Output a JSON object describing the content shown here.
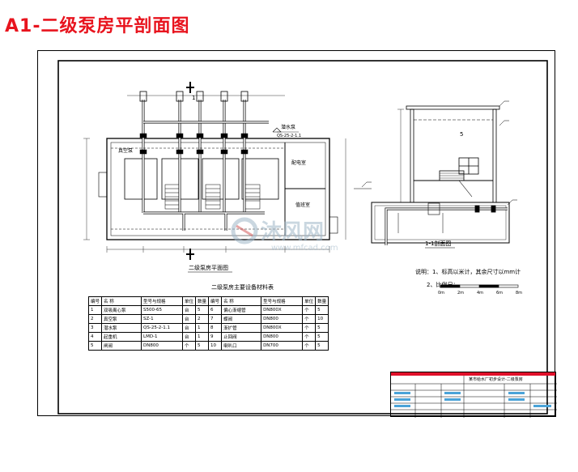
{
  "header": {
    "title": "A1-二级泵房平剖面图"
  },
  "plan": {
    "title": "二级泵房平面图",
    "section_mark": "1",
    "room_labels": {
      "vacuum": "真空泵",
      "distribution": "配电室",
      "duty": "值班室"
    },
    "pump_label": "潜水泵",
    "pump_model": "QS-25-2-1.1"
  },
  "section": {
    "title": "1-1剖面图",
    "number": "5"
  },
  "table": {
    "title": "二级泵房主要设备材料表",
    "headers": [
      "编号",
      "名  称",
      "型号与规格",
      "单位",
      "数量",
      "编号",
      "名  称",
      "型号与规格",
      "单位",
      "数量"
    ],
    "rows": [
      [
        "1",
        "双吸离心泵",
        "S500-65",
        "台",
        "5",
        "6",
        "偏心渐缩管",
        "DN800X",
        "个",
        "5"
      ],
      [
        "2",
        "真空泵",
        "SZ-1",
        "台",
        "2",
        "7",
        "蝶阀",
        "DN800",
        "个",
        "10"
      ],
      [
        "3",
        "潜水泵",
        "QS-25-2-1.1",
        "台",
        "1",
        "8",
        "渐扩管",
        "DN800X",
        "个",
        "5"
      ],
      [
        "4",
        "起重机",
        "LMD-1",
        "台",
        "1",
        "9",
        "止回阀",
        "DN800",
        "个",
        "5"
      ],
      [
        "5",
        "闸阀",
        "DN800",
        "个",
        "5",
        "10",
        "喇叭口",
        "DN700",
        "个",
        "5"
      ]
    ]
  },
  "notes": {
    "line1": "说明：1、标高以米计，其余尺寸以mm计",
    "line2": "2、比例尺：",
    "scale_ticks": [
      "0m",
      "2m",
      "4m",
      "6m",
      "8m"
    ]
  },
  "title_block": {
    "project": "某市给水厂初步设计-二级泵房"
  },
  "colors": {
    "title_red": "#e8141e",
    "watermark": "#9fb7c8",
    "titleblock_red": "#e0102a"
  }
}
